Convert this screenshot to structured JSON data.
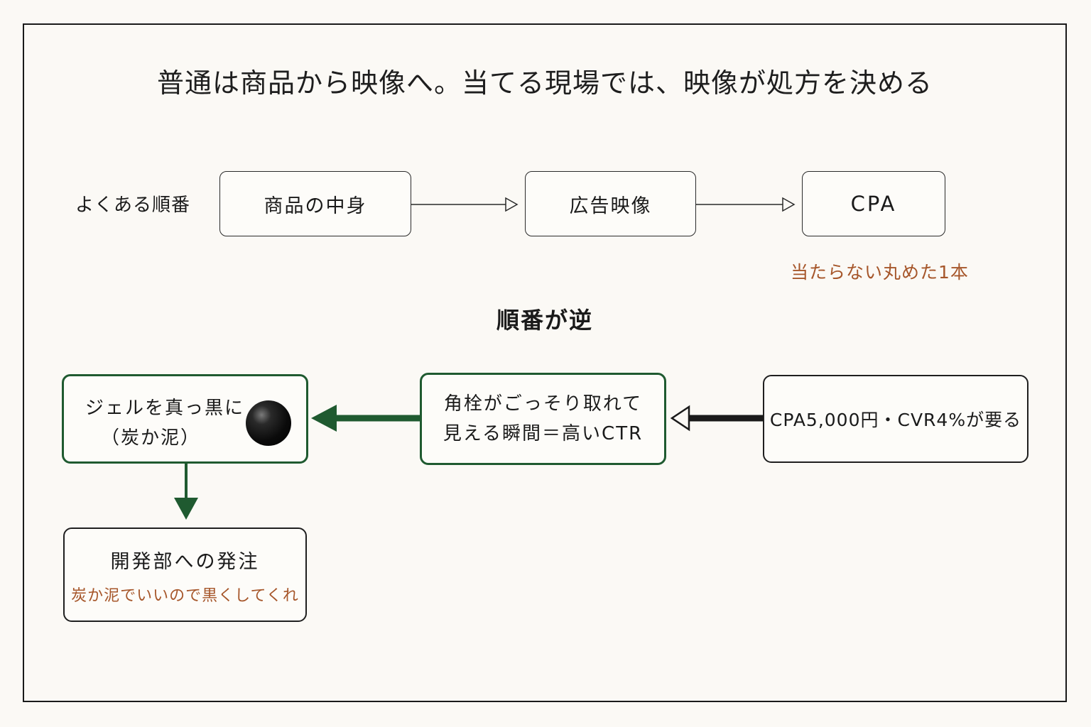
{
  "title": "普通は商品から映像へ。当てる現場では、映像が処方を決める",
  "common_flow": {
    "label": "よくある順番",
    "steps": [
      "商品の中身",
      "広告映像",
      "CPA"
    ],
    "cpa_note": "当たらない丸めた1本"
  },
  "reverse_flow": {
    "label": "順番が逆",
    "target": "CPA5,000円・CVR4%が要る",
    "moment": [
      "角栓がごっそり取れて",
      "見える瞬間＝高いCTR"
    ],
    "gel": [
      "ジェルを真っ黒に",
      "（炭か泥）"
    ],
    "order_title": "開発部への発注",
    "order_note": "炭か泥でいいので黒くしてくれ"
  },
  "colors": {
    "green": "#1f5a30",
    "accent_orange": "#a6562a",
    "ink": "#1a1a1a"
  }
}
